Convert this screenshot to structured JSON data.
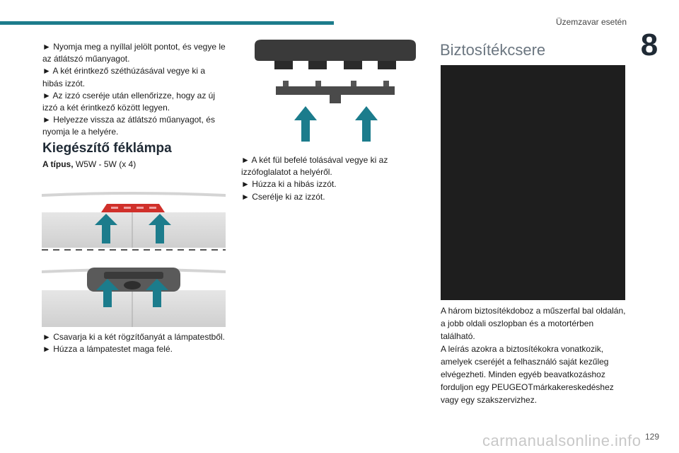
{
  "header": {
    "section": "Üzemzavar esetén",
    "chapter": "8"
  },
  "col1": {
    "steps_top": [
      "► Nyomja meg a nyíllal jelölt pontot, és vegye le az átlátszó műanyagot.",
      "► A két érintkező széthúzásával vegye ki a hibás izzót.",
      "► Az izzó cseréje után ellenőrizze, hogy az új izzó a két érintkező között legyen.",
      "► Helyezze vissza az átlátszó műanyagot, és nyomja le a helyére."
    ],
    "heading": "Kiegészítő féklámpa",
    "type_label": "A típus,",
    "type_value": " W5W - 5W (x 4)",
    "steps_bottom": [
      "► Csavarja ki a két rögzítőanyát a lámpatestből.",
      "► Húzza a lámpatestet maga felé."
    ]
  },
  "col2": {
    "steps": [
      "► A két fül befelé tolásával vegye ki az izzófoglalatot a helyéről.",
      "► Húzza ki a hibás izzót.",
      "► Cserélje ki az izzót."
    ]
  },
  "col3": {
    "heading": "Biztosítékcsere",
    "paragraphs": [
      "A három biztosítékdoboz a műszerfal bal oldalán, a jobb oldali oszlopban és a motortérben található.",
      "A leírás azokra a biztosítékokra vonatkozik, amelyek cseréjét a felhasználó saját kezűleg elvégezheti. Minden egyéb beavatkozáshoz forduljon egy PEUGEOTmárkakereskedéshez vagy egy szakszervizhez."
    ]
  },
  "footer": {
    "page": "129",
    "watermark": "carmanualsonline.info"
  },
  "colors": {
    "accent": "#1c7c8c",
    "arrow": "#1c7c8c",
    "lamp_red": "#d0302a"
  },
  "icons": [
    "up-arrow-icon"
  ]
}
